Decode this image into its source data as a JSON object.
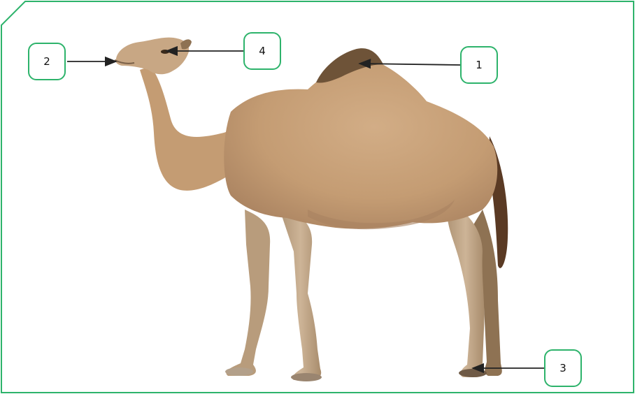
{
  "labels": {
    "l1": "1",
    "l2": "2",
    "l3": "3",
    "l4": "4"
  },
  "colors": {
    "frame": "#2db36b",
    "arrow": "#222222",
    "body": "#c9a27a",
    "body_shade": "#a98260",
    "legs": "#c2a888",
    "hump_dark": "#6e5338",
    "tail": "#5a3a24"
  }
}
